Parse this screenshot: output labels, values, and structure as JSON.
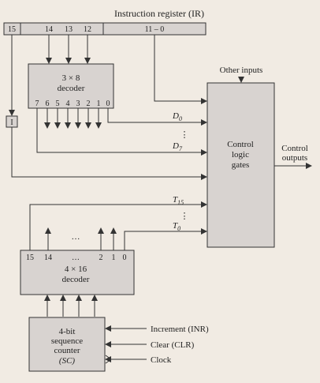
{
  "title": "Instruction register (IR)",
  "ir_fields": {
    "bit15": "15",
    "bit14": "14",
    "bit13": "13",
    "bit12": "12",
    "address": "11 – 0"
  },
  "other_inputs": "Other inputs",
  "decoder_3x8": {
    "line1": "3 × 8",
    "line2": "decoder",
    "outputs": [
      "7",
      "6",
      "5",
      "4",
      "3",
      "2",
      "1",
      "0"
    ]
  },
  "flipflop_i": "I",
  "d_signals": {
    "d0": "D0",
    "d7": "D7"
  },
  "control_gates": {
    "line1": "Control",
    "line2": "logic",
    "line3": "gates"
  },
  "control_outputs": {
    "line1": "Control",
    "line2": "outputs"
  },
  "t_signals": {
    "t15": "T15",
    "t0": "T0"
  },
  "decoder_4x16": {
    "line1": "4 × 16",
    "line2": "decoder",
    "outputs": [
      "15",
      "14",
      "…",
      "2",
      "1",
      "0"
    ]
  },
  "dots": "…",
  "vdots": "⋮",
  "counter": {
    "line1": "4-bit",
    "line2": "sequence",
    "line3": "counter",
    "line4": "(SC)"
  },
  "counter_inputs": {
    "increment": "Increment (INR)",
    "clear": "Clear (CLR)",
    "clock": "Clock"
  },
  "colors": {
    "box_fill": "#d8d3d0",
    "line": "#333333",
    "background": "#f1ebe3"
  }
}
